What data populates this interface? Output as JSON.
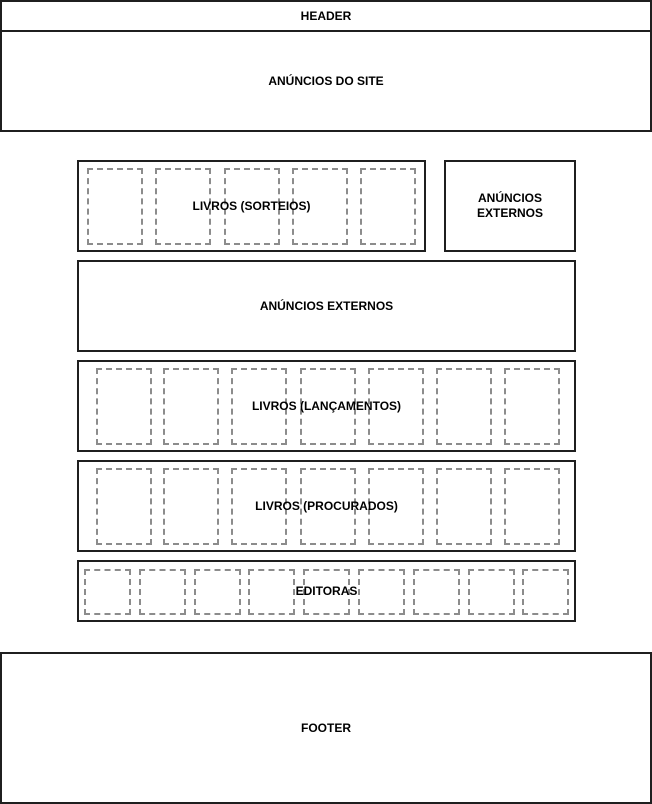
{
  "header": {
    "label": "HEADER"
  },
  "site_ads": {
    "label": "ANÚNCIOS DO SITE"
  },
  "raffle_books": {
    "label": "LIVROS (SORTEIOS)"
  },
  "external_ads_side": {
    "label": "ANÚNCIOS\nEXTERNOS"
  },
  "external_ads_wide": {
    "label": "ANÚNCIOS EXTERNOS"
  },
  "new_books": {
    "label": "LIVROS (LANÇAMENTOS)"
  },
  "wanted_books": {
    "label": "LIVROS (PROCURADOS)"
  },
  "publishers": {
    "label": "EDITORAS"
  },
  "footer": {
    "label": "FOOTER"
  }
}
